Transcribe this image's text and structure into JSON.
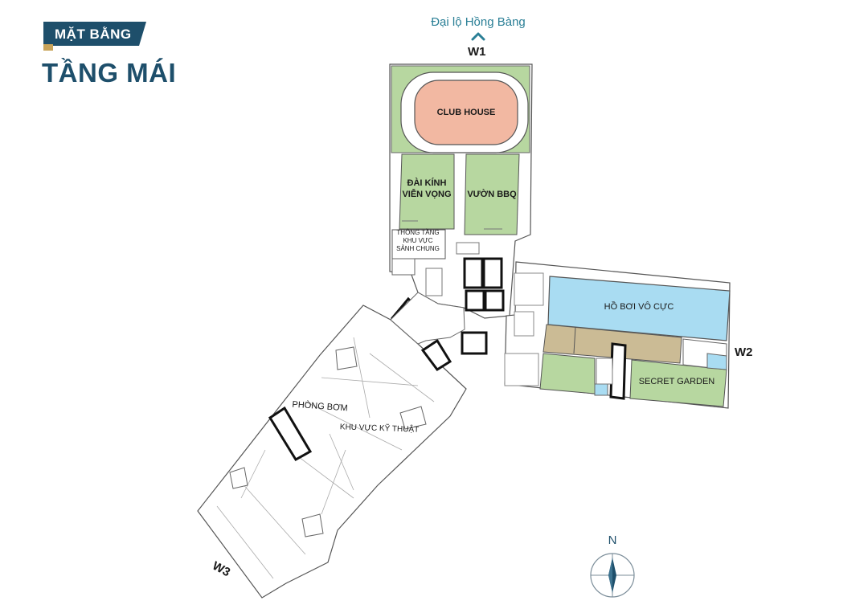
{
  "header": {
    "subtitle": "MẶT BẰNG",
    "title": "TẦNG MÁI"
  },
  "road": {
    "label": "Đại lộ Hồng Bàng",
    "icon": "chevron-up-icon"
  },
  "wings": {
    "w1": "W1",
    "w2": "W2",
    "w3": "W3"
  },
  "zones": {
    "club_house": "CLUB HOUSE",
    "telescope": "ĐÀI KÍNH\nVIỄN VỌNG",
    "bbq": "VƯỜN BBQ",
    "atrium": "THÔNG TẦNG\nKHU VỰC\nSẢNH CHUNG",
    "pool": "HỒ BƠI VÔ CỰC",
    "secret_garden": "SECRET GARDEN",
    "pump_room": "PHÒNG BƠM",
    "technical_area": "KHU VỰC KỸ THUẬT"
  },
  "compass": {
    "north": "N",
    "icon": "compass-icon"
  },
  "colors": {
    "brand_navy": "#1e4f6b",
    "accent_gold": "#c9a45a",
    "road_teal": "#2a7f96",
    "garden_green": "#b7d7a0",
    "club_house_pink": "#f2b8a2",
    "pool_blue": "#a9dcf2",
    "deck_tan": "#cbbb95"
  }
}
